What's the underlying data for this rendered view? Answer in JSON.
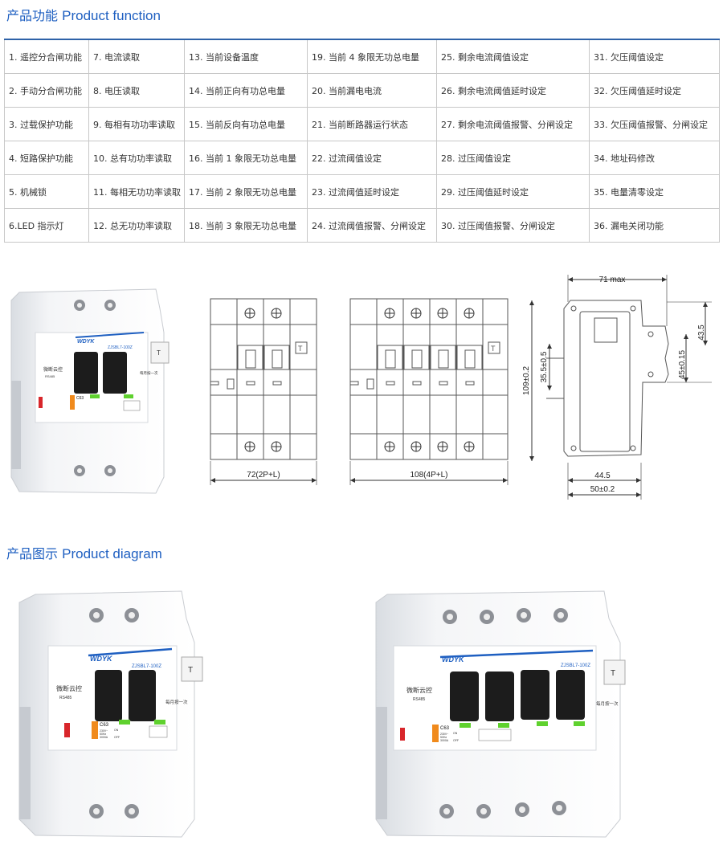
{
  "sections": {
    "function_title_cn": "产品功能",
    "function_title_en": "Product function",
    "diagram_title_cn": "产品图示",
    "diagram_title_en": "Product diagram"
  },
  "function_table": [
    [
      "1. 遥控分合闸功能",
      "7. 电流读取",
      "13. 当前设备温度",
      "19. 当前 4 象限无功总电量",
      "25. 剩余电流阈值设定",
      "31. 欠压阈值设定"
    ],
    [
      "2. 手动分合闸功能",
      "8. 电压读取",
      "14. 当前正向有功总电量",
      "20. 当前漏电电流",
      "26. 剩余电流阈值延时设定",
      "32. 欠压阈值延时设定"
    ],
    [
      "3. 过载保护功能",
      "9. 每相有功功率读取",
      "15. 当前反向有功总电量",
      "21. 当前断路器运行状态",
      "27. 剩余电流阈值报警、分闸设定",
      "33. 欠压阈值报警、分闸设定"
    ],
    [
      "4. 短路保护功能",
      "10. 总有功功率读取",
      "16. 当前 1 象限无功总电量",
      "22. 过流阈值设定",
      "28. 过压阈值设定",
      "34. 地址码修改"
    ],
    [
      "5. 机械锁",
      "11. 每相无功功率读取",
      "17. 当前 2 象限无功总电量",
      "23. 过流阈值延时设定",
      "29. 过压阈值延时设定",
      "35. 电量清零设定"
    ],
    [
      "6.LED 指示灯",
      "12. 总无功功率读取",
      "18. 当前 3 象限无功总电量",
      "24. 过流阈值报警、分闸设定",
      "30. 过压阈值报警、分闸设定",
      "36. 漏电关闭功能"
    ]
  ],
  "dimensions": {
    "width_2p": "72(2P+L)",
    "width_4p": "108(4P+L)",
    "max_depth": "71 max",
    "height_total": "109±0.2",
    "height_inner": "35.5±0.5",
    "height_right_top": "43.5",
    "height_right": "45±0.15",
    "depth_1": "44.5",
    "depth_2": "50±0.2"
  },
  "device": {
    "brand": "WDYK",
    "model": "ZJSBL7-100Z",
    "name": "微断云控",
    "protocol": "RS485",
    "rating": "C63",
    "spec_lines": [
      "230V~",
      "50Hz",
      "3000A"
    ],
    "on_label": "ON",
    "off_label": "OFF",
    "test_note": "每月按一次",
    "test_button": "T"
  },
  "colors": {
    "accent": "#1e5fc1",
    "table_top_border": "#2e62a8",
    "led_green": "#5fd12e",
    "handle_orange": "#f08a1c",
    "handle_red": "#d8262b"
  }
}
